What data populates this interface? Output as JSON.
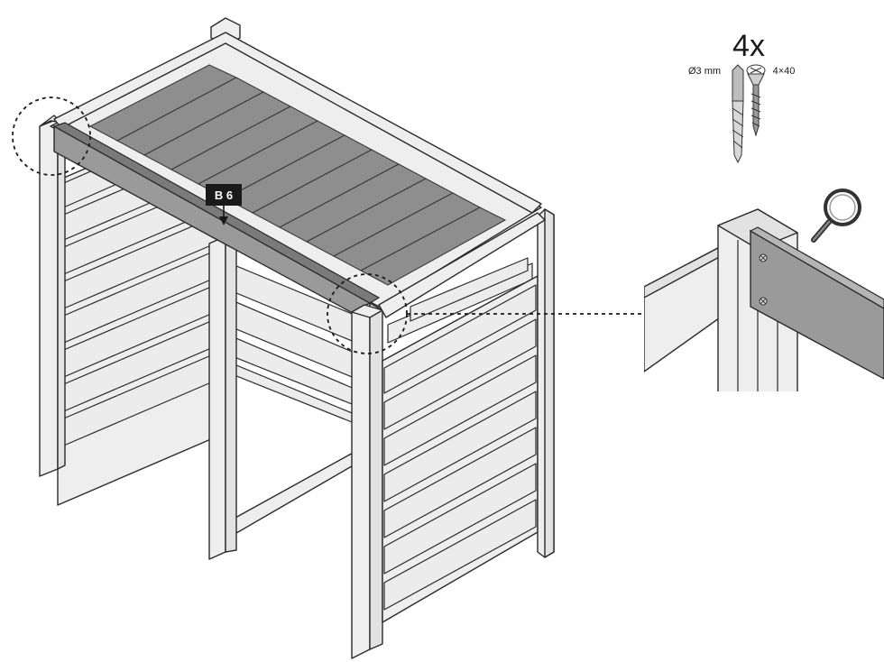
{
  "page_title": "",
  "part_label": "B 6",
  "quantity": "4x",
  "drill": {
    "label": "Ø3 mm",
    "icon": "drill-bit-icon"
  },
  "screw": {
    "label": "4×40",
    "icon": "countersunk-screw-icon"
  },
  "zoom_icon": "magnifier-icon",
  "colors": {
    "highlight_part": "#9a9a9a",
    "wood": "#eeeeee",
    "line": "#2a2a2a",
    "label_bg": "#1a1a1a"
  }
}
